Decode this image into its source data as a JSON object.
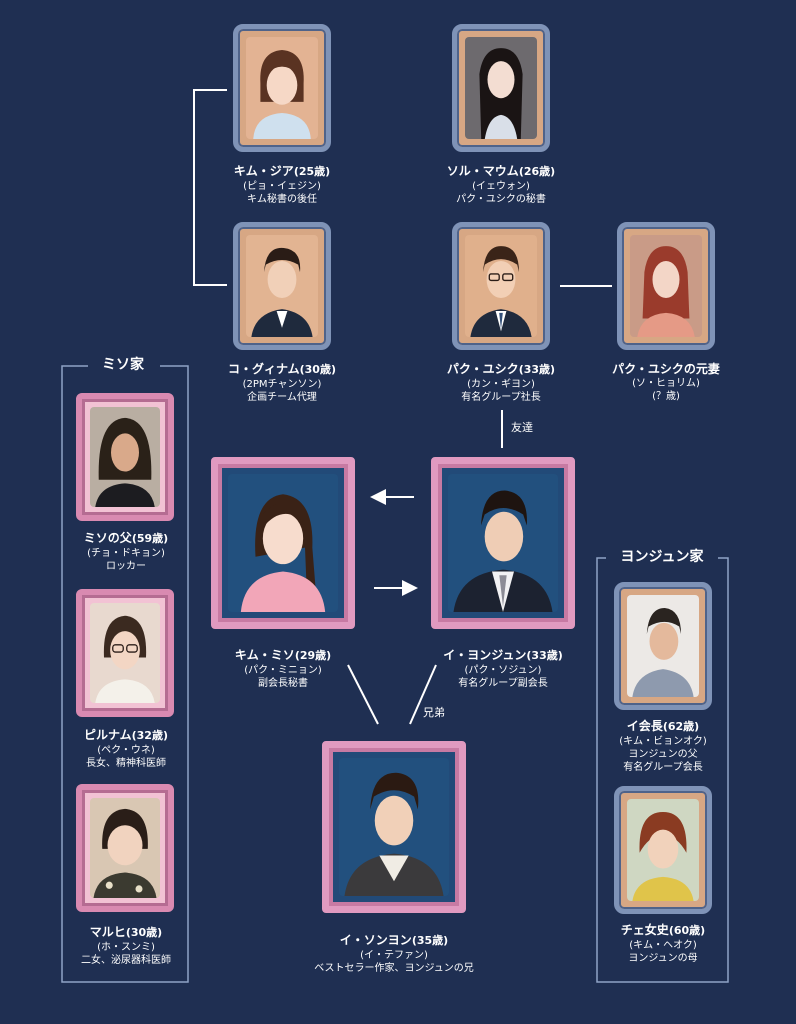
{
  "groups": {
    "miso": "ミソ家",
    "youngjun": "ヨンジュン家"
  },
  "relations": {
    "friend": "友達",
    "brother": "兄弟"
  },
  "people": {
    "kim_jia": {
      "name": "キム・ジア",
      "age": "(25歳)",
      "lines": [
        "(ピョ・イェジン)",
        "キム秘書の後任"
      ]
    },
    "sol_maum": {
      "name": "ソル・マウム",
      "age": "(26歳)",
      "lines": [
        "(イェウォン)",
        "パク・ユシクの秘書"
      ]
    },
    "ko_gwinam": {
      "name": "コ・グィナム",
      "age": "(30歳)",
      "lines": [
        "(2PMチャンソン)",
        "企画チーム代理"
      ]
    },
    "park_yusik": {
      "name": "パク・ユシク",
      "age": "(33歳)",
      "lines": [
        "(カン・ギヨン)",
        "有名グループ社長"
      ]
    },
    "park_ex": {
      "name": "パク・ユシクの元妻",
      "age": "",
      "lines": [
        "(ソ・ヒョリム)",
        "(？歳)"
      ]
    },
    "miso_father": {
      "name": "ミソの父",
      "age": "(59歳)",
      "lines": [
        "(チョ・ドキョン)",
        "ロッカー"
      ]
    },
    "pilnam": {
      "name": "ピルナム",
      "age": "(32歳)",
      "lines": [
        "(ペク・ウネ)",
        "長女、精神科医師"
      ]
    },
    "malhee": {
      "name": "マルヒ",
      "age": "(30歳)",
      "lines": [
        "(ホ・スンミ)",
        "二女、泌尿器科医師"
      ]
    },
    "kim_miso": {
      "name": "キム・ミソ",
      "age": "(29歳)",
      "lines": [
        "(パク・ミニョン)",
        "副会長秘書"
      ]
    },
    "lee_youngjun": {
      "name": "イ・ヨンジュン",
      "age": "(33歳)",
      "lines": [
        "(パク・ソジュン)",
        "有名グループ副会長"
      ]
    },
    "lee_sungyeon": {
      "name": "イ・ソンヨン",
      "age": "(35歳)",
      "lines": [
        "(イ・テファン)",
        "ベストセラー作家、ヨンジュンの兄"
      ]
    },
    "chairman_lee": {
      "name": "イ会長",
      "age": "(62歳)",
      "lines": [
        "(キム・ビョンオク)",
        "ヨンジュンの父",
        "有名グループ会長"
      ]
    },
    "choi_madam": {
      "name": "チェ女史",
      "age": "(60歳)",
      "lines": [
        "(キム・ヘオク)",
        "ヨンジュンの母"
      ]
    }
  },
  "colors": {
    "background": "#1f2f52",
    "frame_blue": "#7f93b7",
    "frame_pink": "#d98ab1",
    "text": "#ffffff"
  }
}
